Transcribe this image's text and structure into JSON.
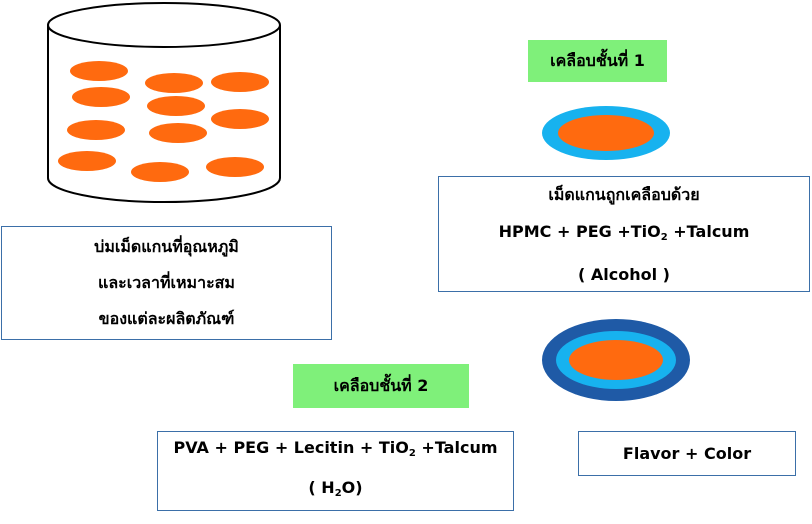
{
  "colors": {
    "tablet_core": "#ff6a0f",
    "coat_light_blue": "#17b2ef",
    "coat_dark_blue": "#1f5aa6",
    "label_green": "#7ff07a",
    "box_border": "#3b6fa8"
  },
  "container": {
    "icon": "cylinder-container-icon"
  },
  "box_incubate": {
    "line1": "บ่มเม็ดแกนที่อุณหภูมิ",
    "line2": "และเวลาที่เหมาะสม",
    "line3": "ของแต่ละผลิตภัณฑ์"
  },
  "layer1": {
    "label": "เคลือบชั้นที่ 1",
    "title": "เม็ดแกนถูกเคลือบด้วย",
    "formula_pre": "HPMC + PEG +TiO",
    "formula_sub": "2",
    "formula_post": " +Talcum",
    "solvent": "( Alcohol )"
  },
  "layer2": {
    "label": "เคลือบชั้นที่ 2",
    "formula_pre": "PVA + PEG + Lecitin + TiO",
    "formula_sub": "2",
    "formula_post": " +Talcum",
    "solvent_pre": "( H",
    "solvent_sub": "2",
    "solvent_post": "O)"
  },
  "flavor_box": {
    "text": "Flavor + Color"
  }
}
